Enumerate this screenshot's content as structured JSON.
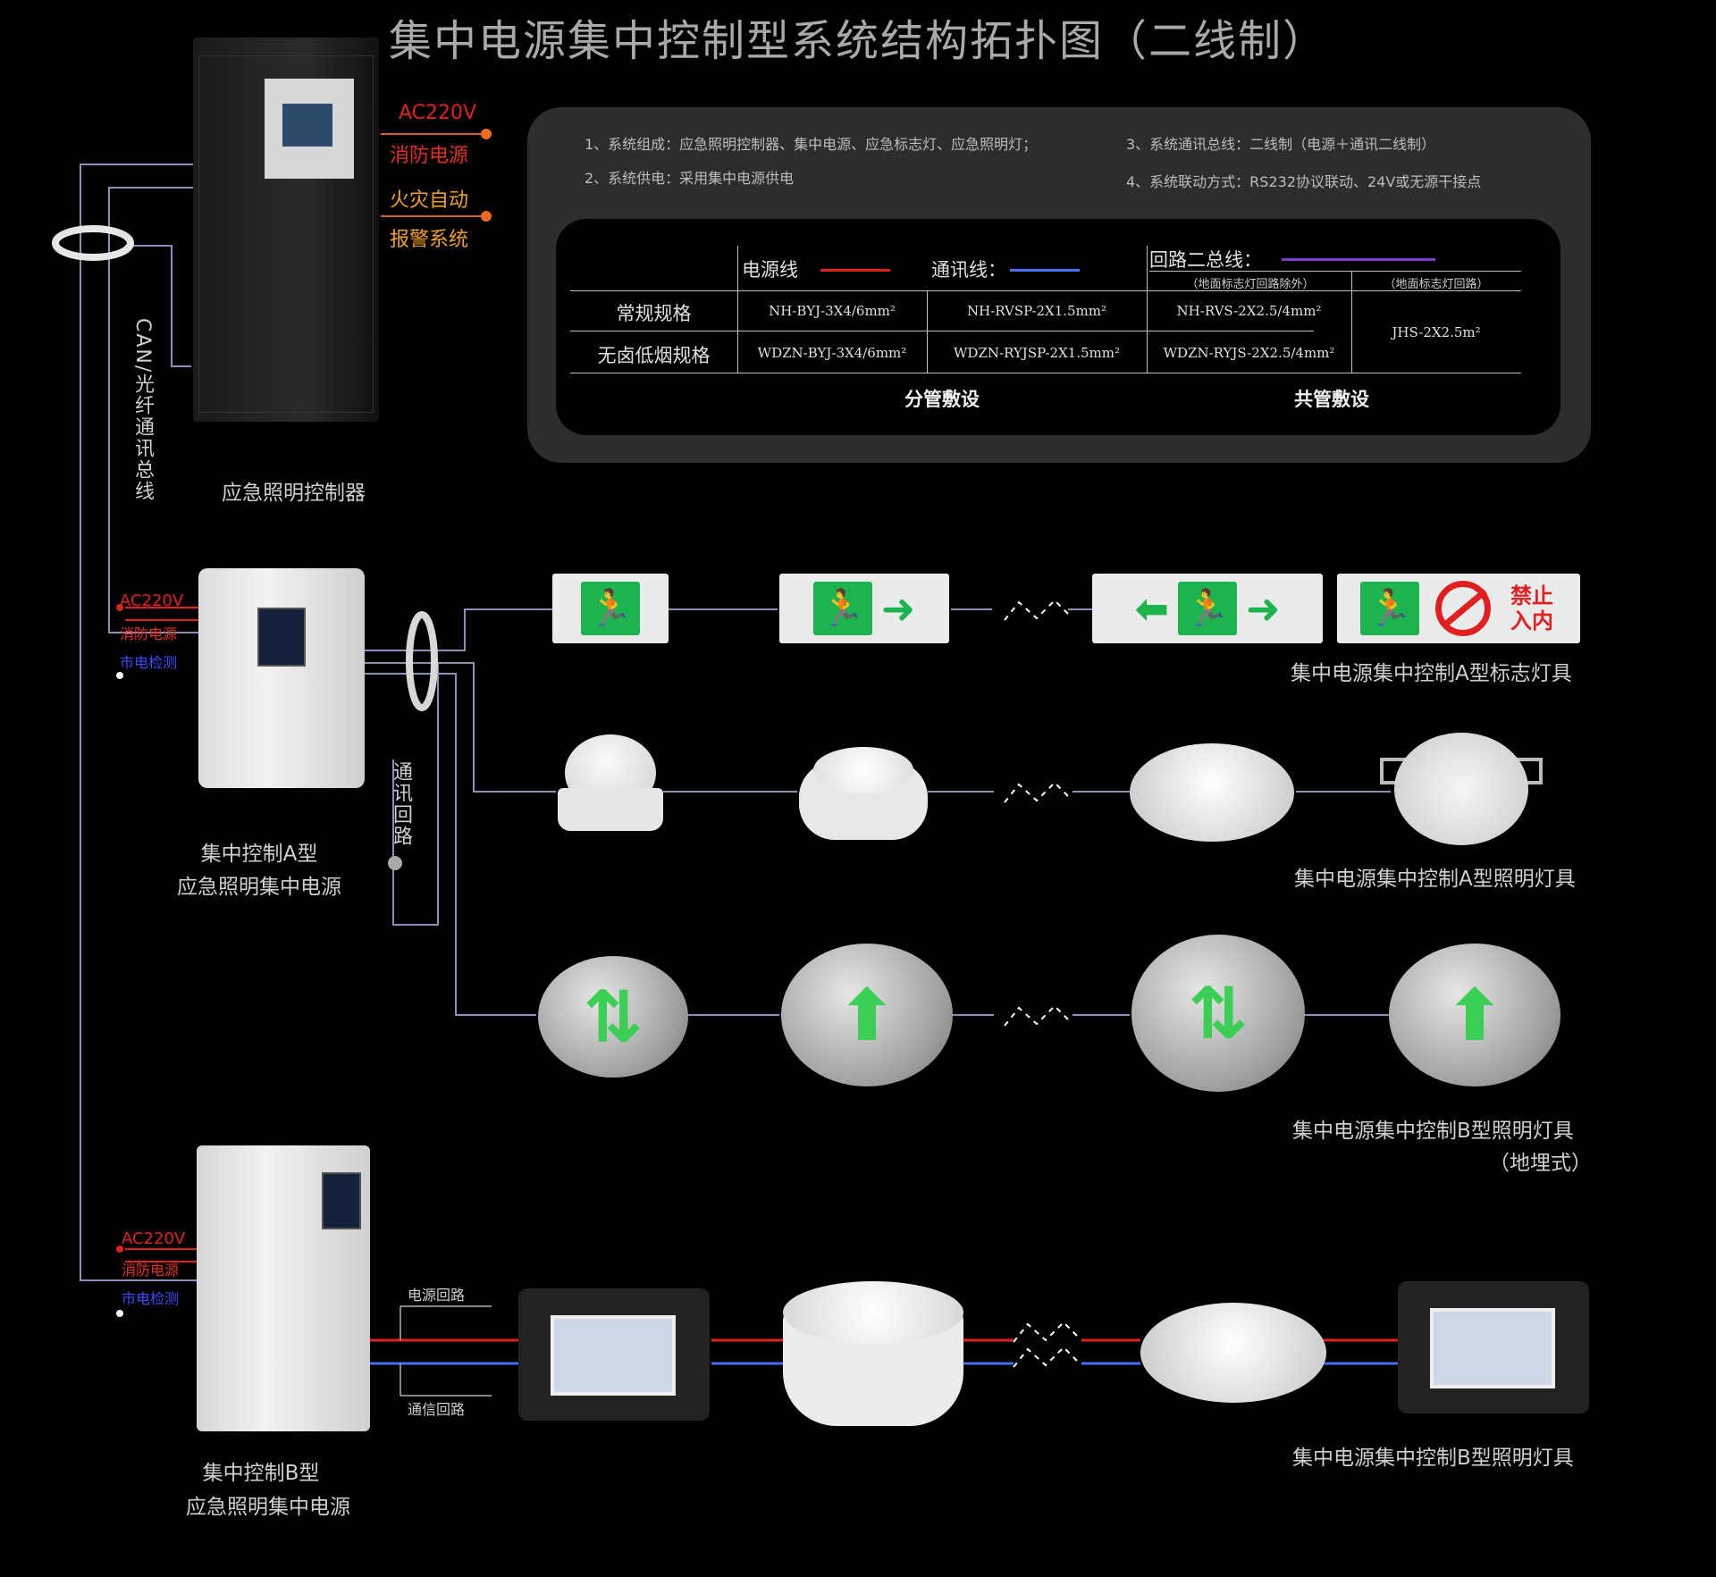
{
  "title": "集中电源集中控制型系统结构拓扑图（二线制）",
  "controller": {
    "label": "应急照明控制器",
    "ac_label": "AC220V",
    "fire_power_label": "消防电源",
    "alarm_label_1": "火灾自动",
    "alarm_label_2": "报警系统",
    "bus_label": "CAN/光纤通讯总线"
  },
  "notes": {
    "n1": "1、系统组成：应急照明控制器、集中电源、应急标志灯、应急照明灯；",
    "n2": "2、系统供电：采用集中电源供电",
    "n3": "3、系统通讯总线：二线制（电源＋通讯二线制）",
    "n4": "4、系统联动方式：RS232协议联动、24V或无源干接点"
  },
  "cable_table": {
    "power_line": "电源线",
    "comm_line": "通讯线：",
    "loop_bus": "回路二总线：",
    "loop_sub_1": "（地面标志灯回路除外）",
    "loop_sub_2": "（地面标志灯回路）",
    "row1_label": "常规规格",
    "row2_label": "无卤低烟规格",
    "r1c1": "NH-BYJ-3X4/6mm²",
    "r1c2": "NH-RVSP-2X1.5mm²",
    "r1c3": "NH-RVS-2X2.5/4mm²",
    "r2c1": "WDZN-BYJ-3X4/6mm²",
    "r2c2": "WDZN-RYJSP-2X1.5mm²",
    "r2c3": "WDZN-RYJS-2X2.5/4mm²",
    "shared": "JHS-2X2.5m²",
    "foot_separate": "分管敷设",
    "foot_shared": "共管敷设"
  },
  "psu_a": {
    "ac": "AC220V",
    "fire": "消防电源",
    "mains": "市电检测",
    "label_1": "集中控制A型",
    "label_2": "应急照明集中电源",
    "loop_label": "通讯回路"
  },
  "psu_b": {
    "ac": "AC220V",
    "fire": "消防电源",
    "mains": "市电检测",
    "label_1": "集中控制B型",
    "label_2": "应急照明集中电源",
    "power_loop": "电源回路",
    "comm_loop": "通信回路"
  },
  "rows": {
    "sign_a": "集中电源集中控制A型标志灯具",
    "light_a": "集中电源集中控制A型照明灯具",
    "floor_b": "集中电源集中控制B型照明灯具",
    "floor_b_sub": "（地埋式）",
    "light_b": "集中电源集中控制B型照明灯具"
  },
  "no_entry_text": "禁止入内",
  "colors": {
    "power_line": "#e02020",
    "comm_line": "#4a6cf0",
    "loop_bus": "#7a3fc8",
    "wire": "#8a8fb8",
    "sign_green": "#1db34f"
  }
}
